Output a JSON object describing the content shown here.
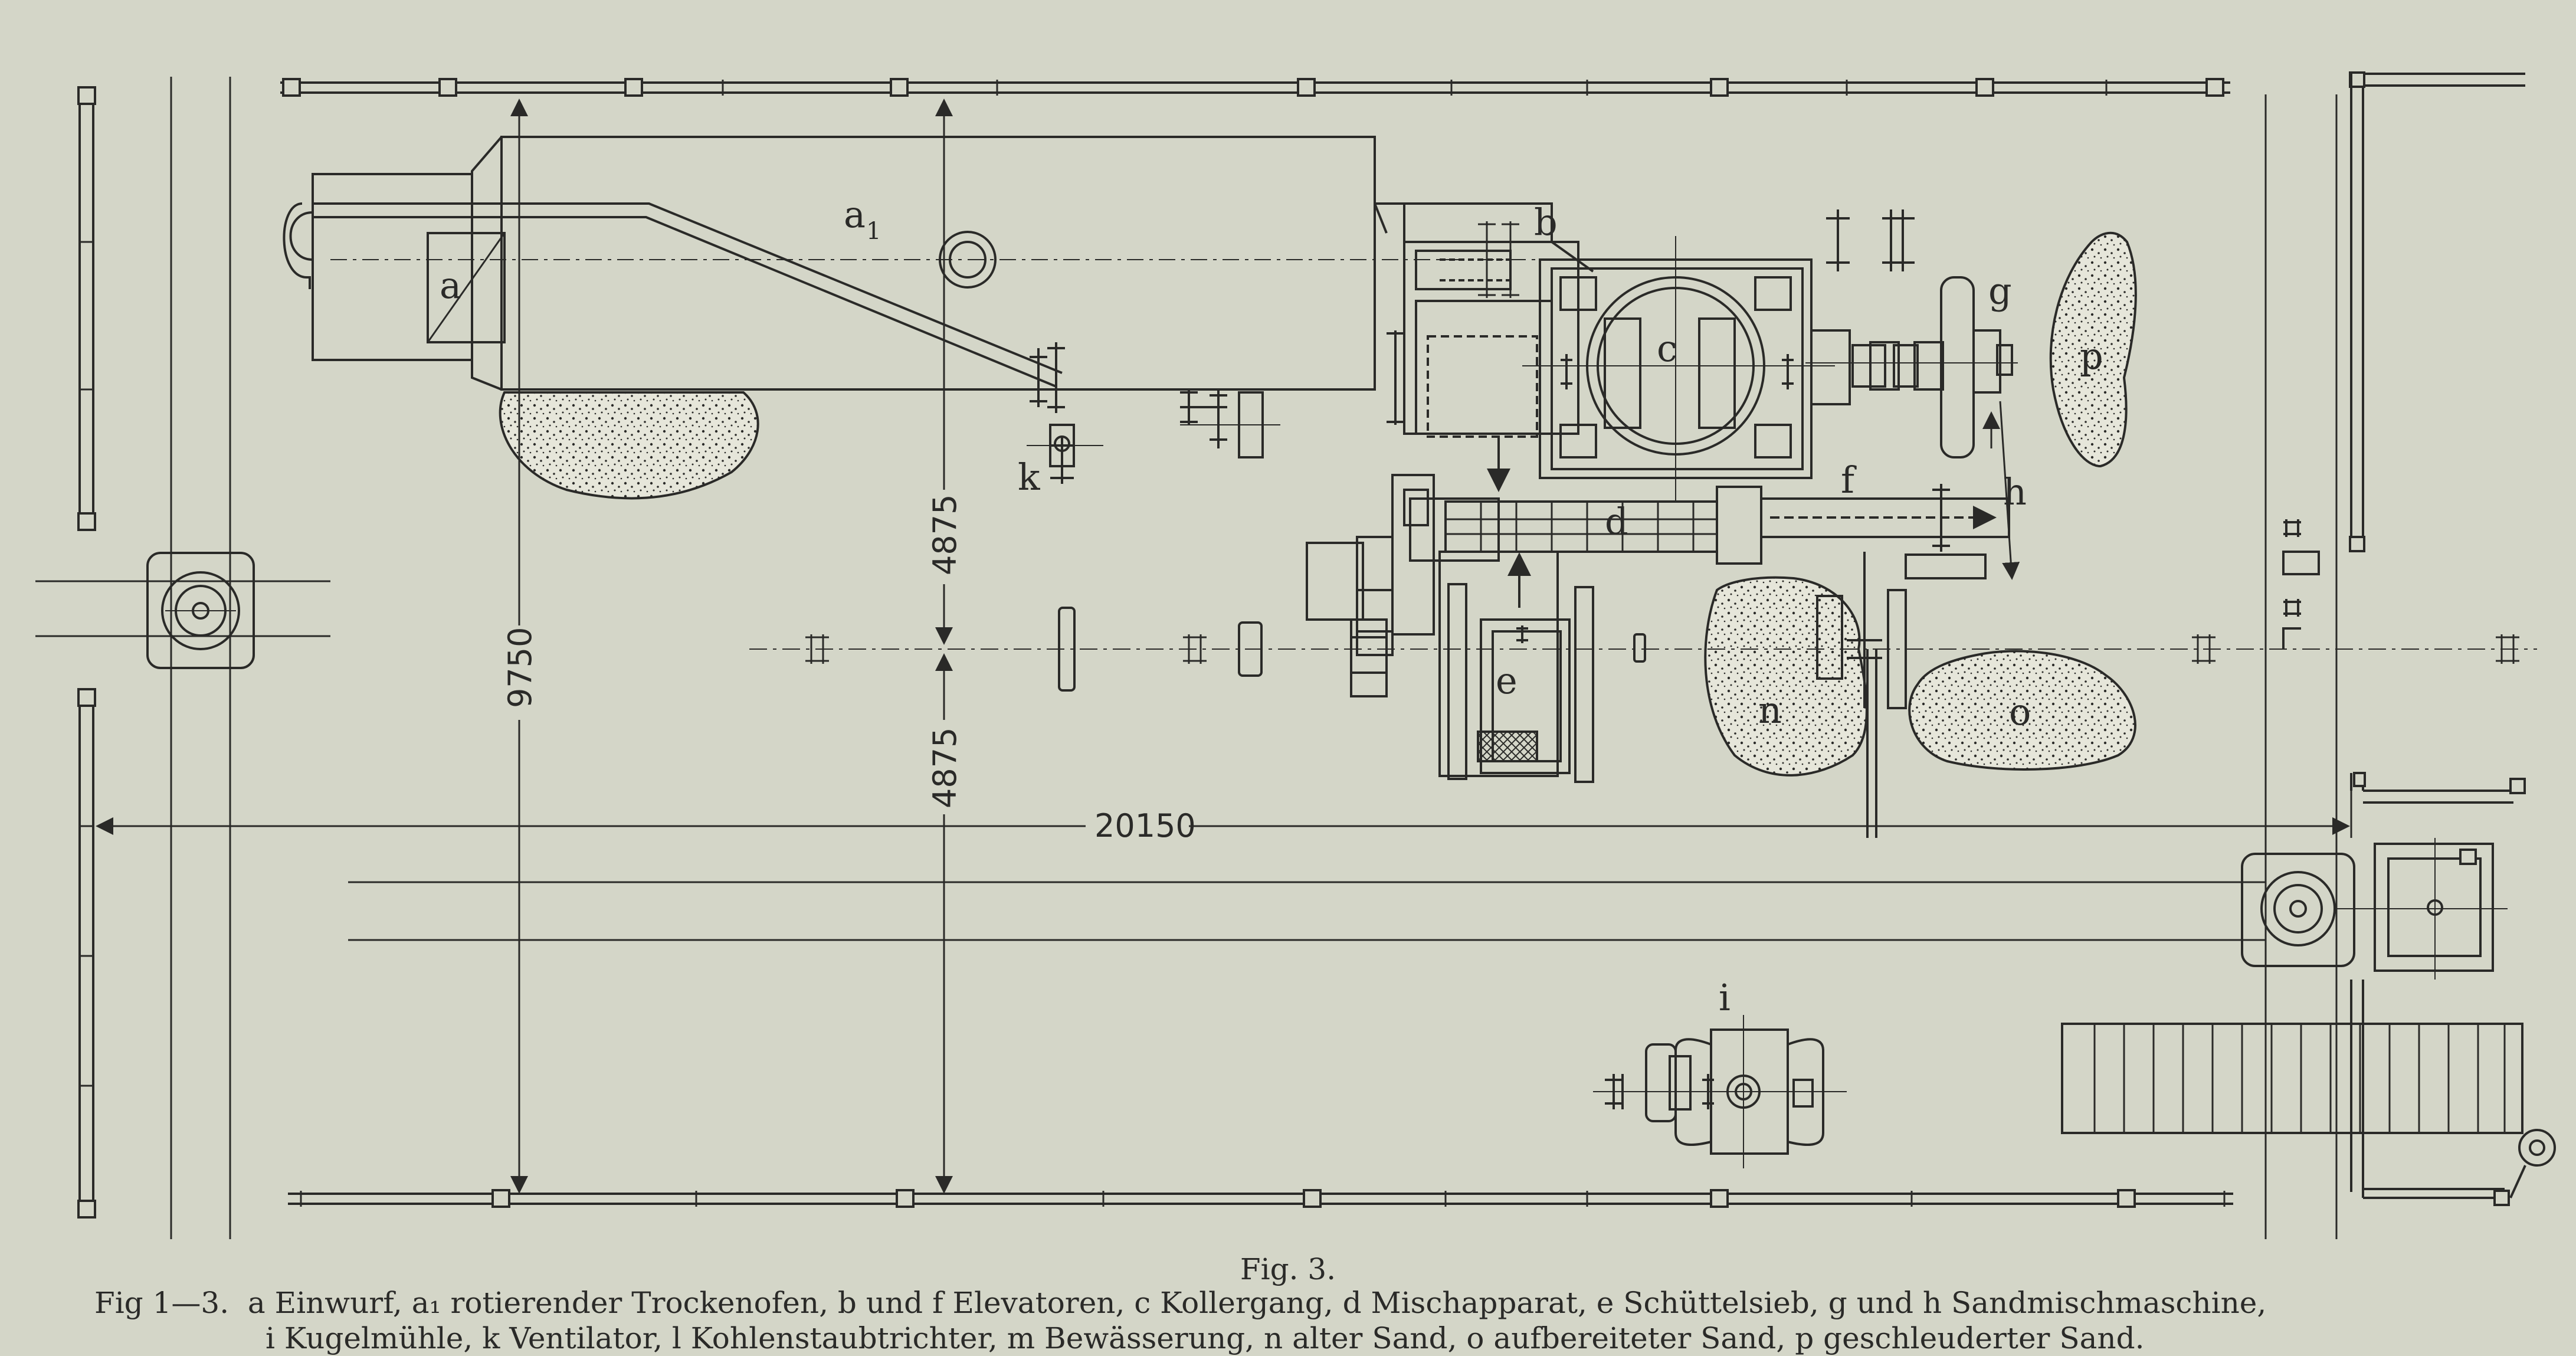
{
  "labels": {
    "a": "a",
    "a1": "a",
    "a1_sub": "1",
    "b": "b",
    "c": "c",
    "d": "d",
    "e": "e",
    "f": "f",
    "g": "g",
    "h": "h",
    "i": "i",
    "k": "k",
    "n": "n",
    "o": "o",
    "p": "p"
  },
  "dimensions": {
    "height_total": "9750",
    "height_upper": "4875",
    "height_lower": "4875",
    "width_total": "20150"
  },
  "figure": {
    "title": "Fig. 3.",
    "caption_prefix": "Fig 1—3.",
    "caption_line1": "a Einwurf, a₁ rotierender Trockenofen, b und f Elevatoren, c Kollergang, d Mischapparat, e Schüttelsieb, g und h Sandmischmaschine,",
    "caption_line2": "i Kugelmühle, k Ventilator, l Kohlenstaubtrichter, m Bewässerung, n alter Sand, o aufbereiteter Sand, p geschleuderter Sand."
  },
  "colors": {
    "paper": "#d4d6c8",
    "ink": "#2a2a28",
    "sand": "#e6e6da"
  }
}
